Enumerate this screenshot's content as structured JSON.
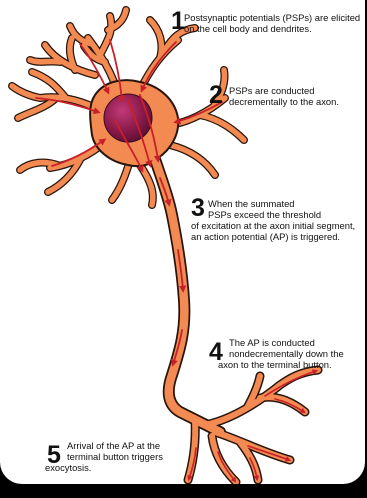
{
  "colors": {
    "background": "#000000",
    "panel": "#ffffff",
    "neuron_fill": "#f28a52",
    "neuron_outline": "#2a150c",
    "nucleus": "#8b1a4a",
    "arrow": "#c8202a",
    "text": "#111111"
  },
  "steps": [
    {
      "number": "1",
      "lines": [
        "Postsynaptic potentials (PSPs) are elicited",
        "on the cell body and dendrites."
      ]
    },
    {
      "number": "2",
      "lines": [
        "PSPs are conducted",
        "decrementally to the axon."
      ]
    },
    {
      "number": "3",
      "lines": [
        "When the summated",
        "PSPs exceed the threshold",
        "of excitation at the axon initial segment,",
        "an action potential (AP) is triggered."
      ]
    },
    {
      "number": "4",
      "lines": [
        "The AP is conducted",
        "nondecrementally down the",
        "axon to the terminal button."
      ]
    },
    {
      "number": "5",
      "lines": [
        "Arrival of the AP at the",
        "terminal button triggers",
        "exocytosis."
      ]
    }
  ]
}
